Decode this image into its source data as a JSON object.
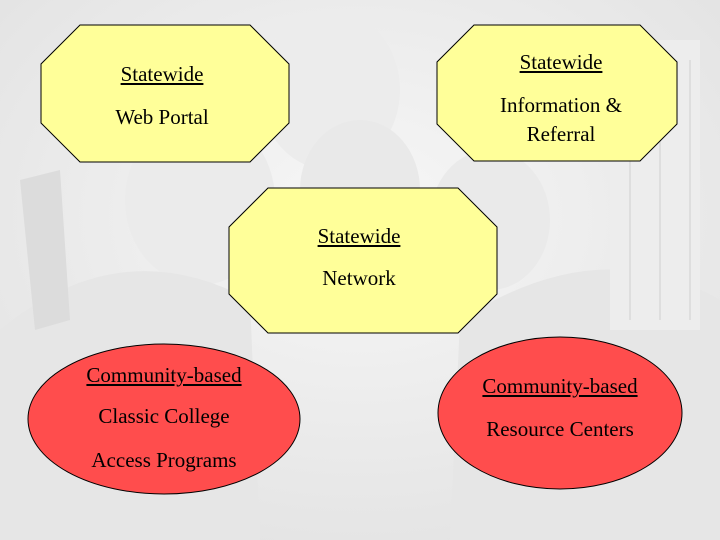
{
  "diagram": {
    "portal": {
      "line1": "Statewide",
      "line2": "Web Portal"
    },
    "referral": {
      "line1": "Statewide",
      "line2": "Information &",
      "line3": "Referral"
    },
    "network": {
      "line1": "Statewide",
      "line2": "Network"
    },
    "college_access": {
      "line1": "Community-based",
      "line2": "Classic College",
      "line3": "Access Programs"
    },
    "resource_centers": {
      "line1": "Community-based",
      "line2": "Resource Centers"
    }
  },
  "colors": {
    "octagon_fill": "#ffff99",
    "ellipse_fill": "#ff4d4d",
    "outline": "#000000"
  }
}
